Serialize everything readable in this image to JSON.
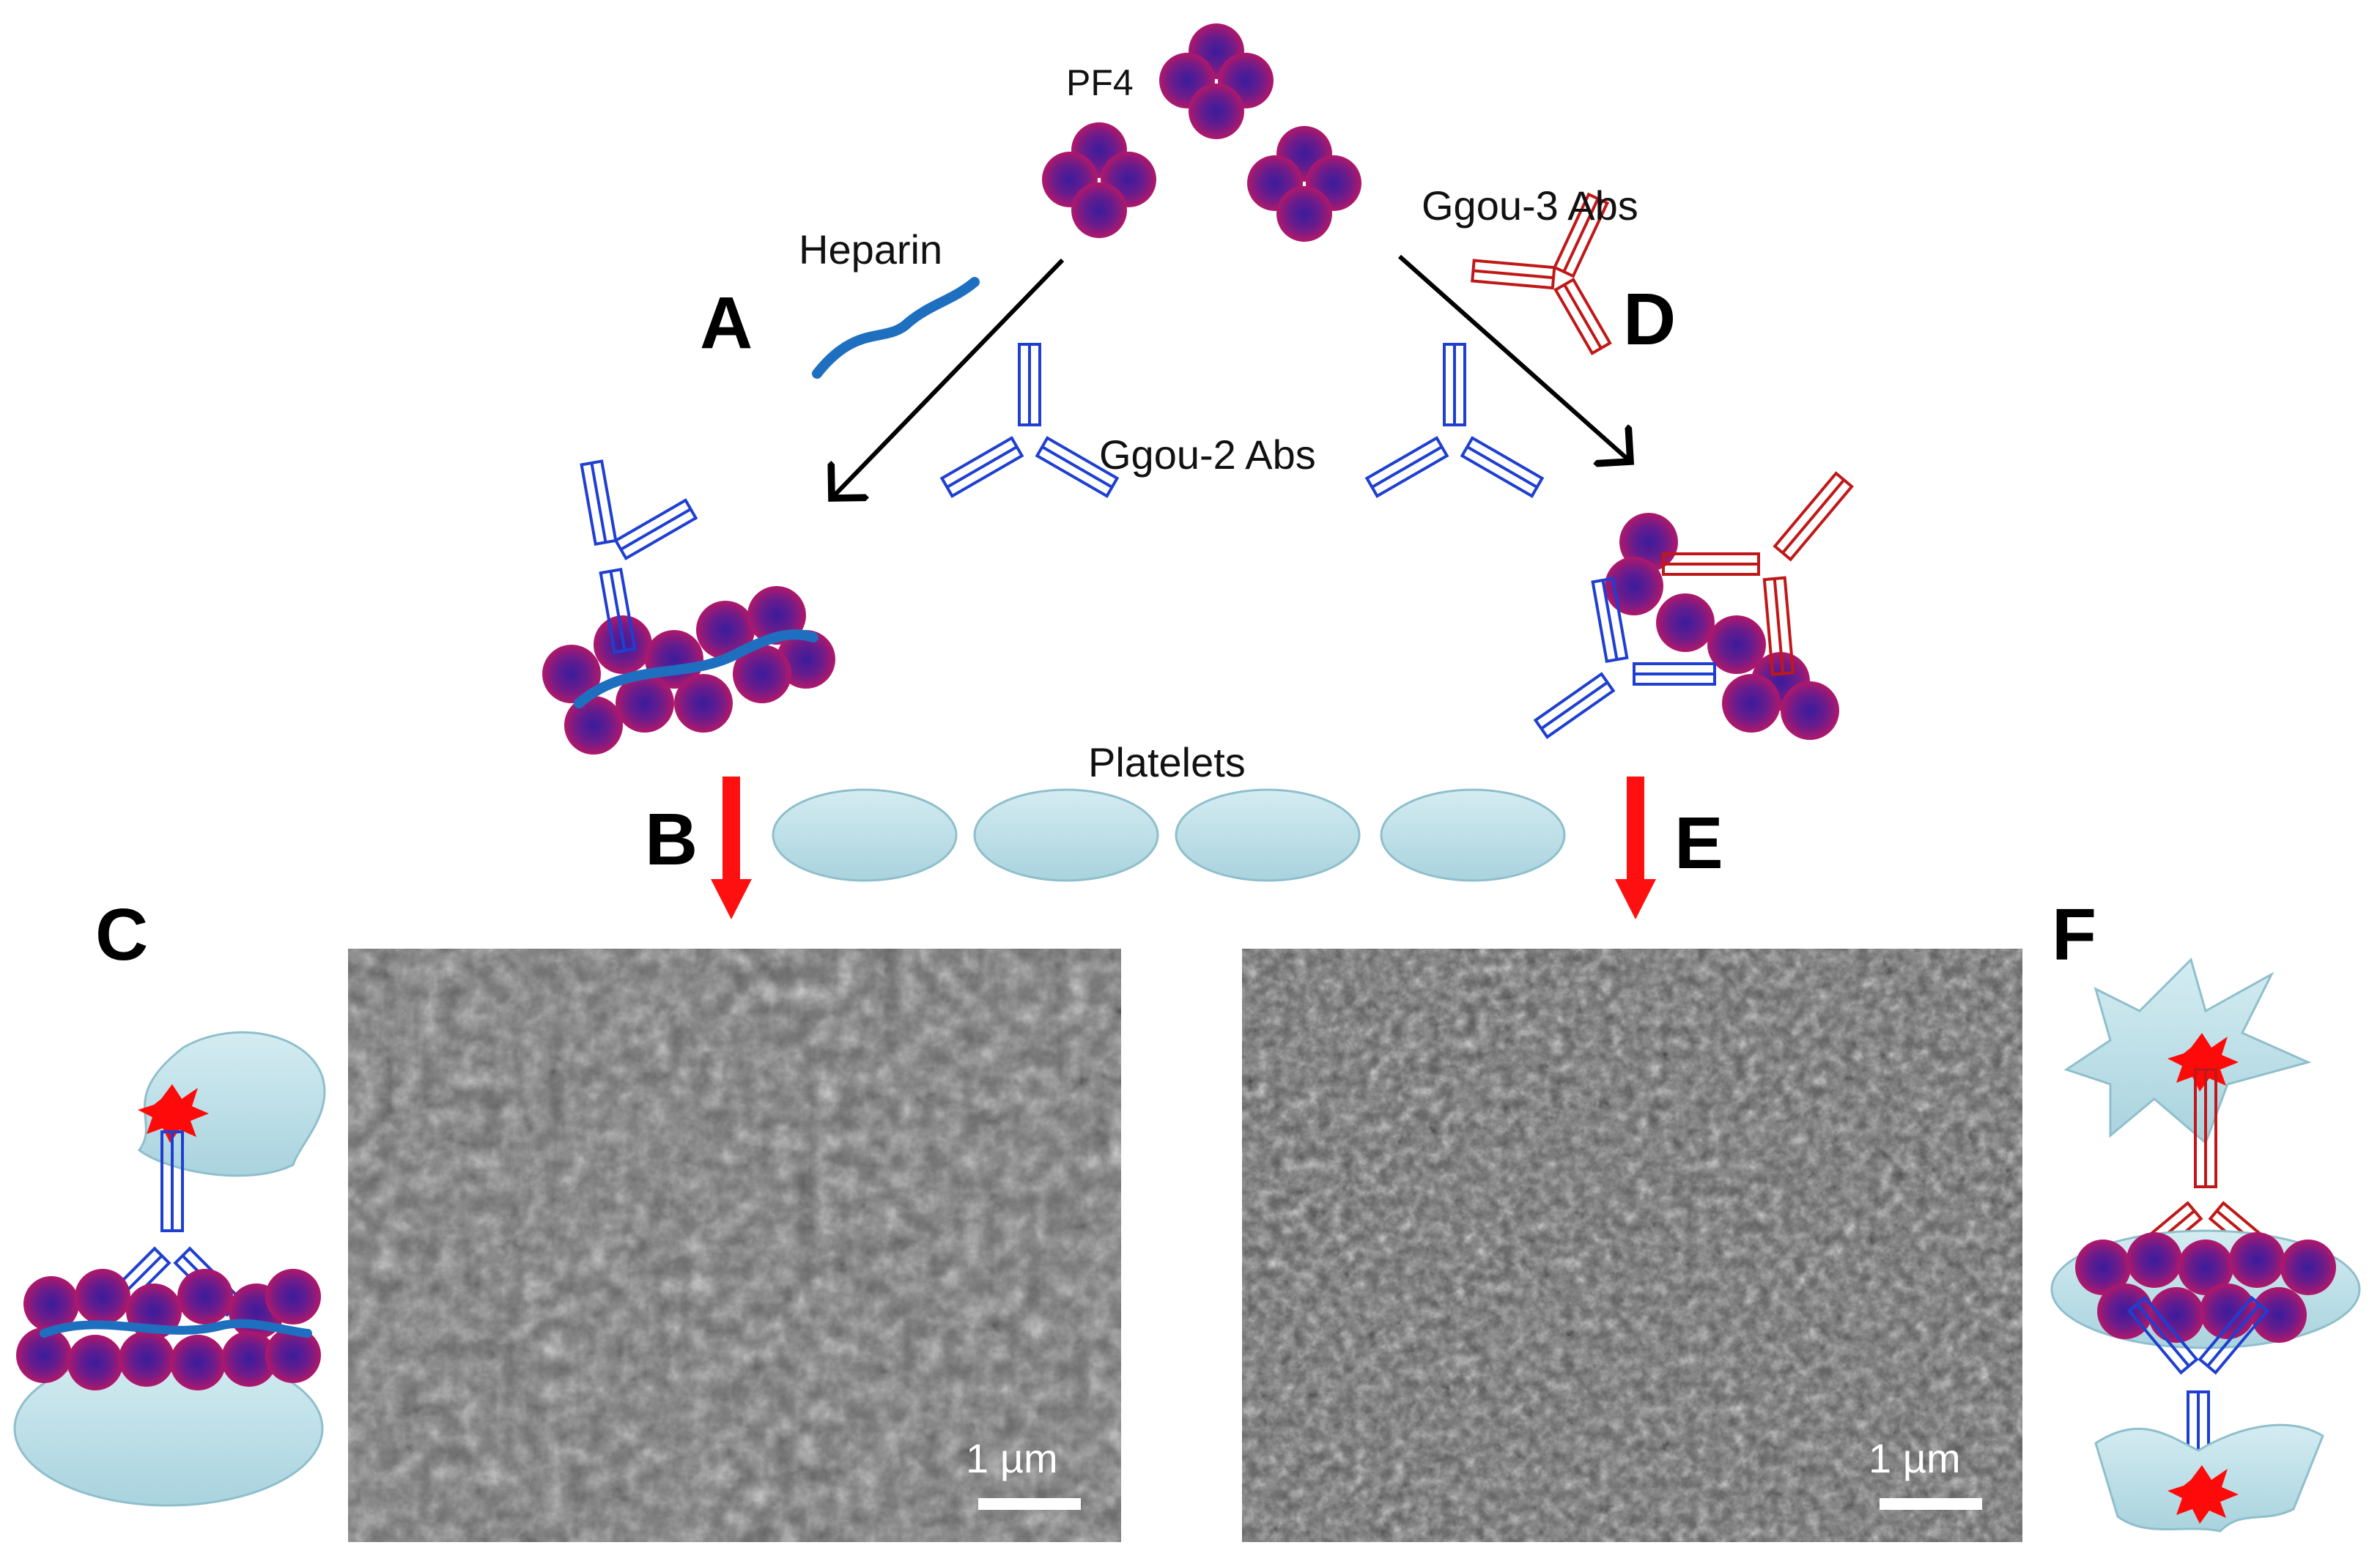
{
  "labels": {
    "pf4": "PF4",
    "heparin": "Heparin",
    "ggou2": "Ggou-2 Abs",
    "ggou3": "Ggou-3  Abs",
    "platelets": "Platelets",
    "scale_left": "1 µm",
    "scale_right": "1 µm"
  },
  "panels": {
    "a": "A",
    "b": "B",
    "c": "C",
    "d": "D",
    "e": "E",
    "f": "F"
  },
  "colors": {
    "pf4_core": "#3a1c9c",
    "pf4_rim": "#b0186a",
    "heparin": "#1f6fc0",
    "ggou2_antibody": "#1f3fd0",
    "ggou3_antibody": "#c01818",
    "platelet": "#b9dde6",
    "platelet_stroke": "#8fbfcc",
    "activation_spark": "#ff0a0a",
    "process_arrow": "#ff1010"
  },
  "icons": [
    "pf4-tetramer-icon",
    "heparin-chain-icon",
    "antibody-icon",
    "platelet-icon",
    "activation-spark-icon",
    "sem-micrograph"
  ]
}
